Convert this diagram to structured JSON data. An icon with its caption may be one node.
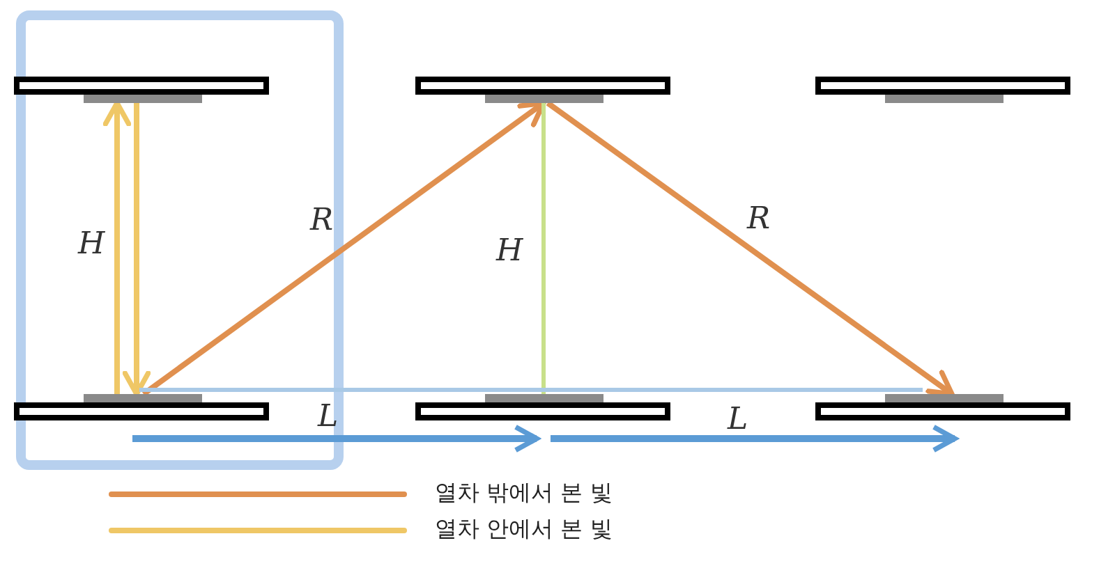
{
  "diagram": {
    "nodes": [
      {
        "text": [],
        "shape": "bar"
      },
      {
        "text": [],
        "shape": "bar"
      },
      {
        "text": [],
        "shape": "bar"
      },
      {
        "text": [],
        "shape": "bar"
      },
      {
        "text": [],
        "shape": "bar"
      },
      {
        "text": [],
        "shape": "bar"
      }
    ],
    "edges": [
      {
        "from": 3,
        "to": 0,
        "arrow": "to",
        "label": "H",
        "color": "#efc766"
      },
      {
        "from": 0,
        "to": 3,
        "arrow": "to",
        "color": "#efc766"
      },
      {
        "from": 3,
        "to": 1,
        "arrow": "to",
        "label": "R",
        "color": "#e0904f"
      },
      {
        "from": 1,
        "to": 5,
        "arrow": "to",
        "label": "R",
        "color": "#e0904f"
      },
      {
        "from": 4,
        "to": 1,
        "arrow": "none",
        "label": "H",
        "color": "#c8e08a"
      },
      {
        "from": 3,
        "to": 5,
        "arrow": "none",
        "color": "#a9c9e6"
      }
    ],
    "labels": [
      "L",
      "L"
    ],
    "legend": [
      {
        "text": "열차 밖에서 본 빛"
      },
      {
        "text": "열차 안에서 본 빛"
      }
    ]
  }
}
